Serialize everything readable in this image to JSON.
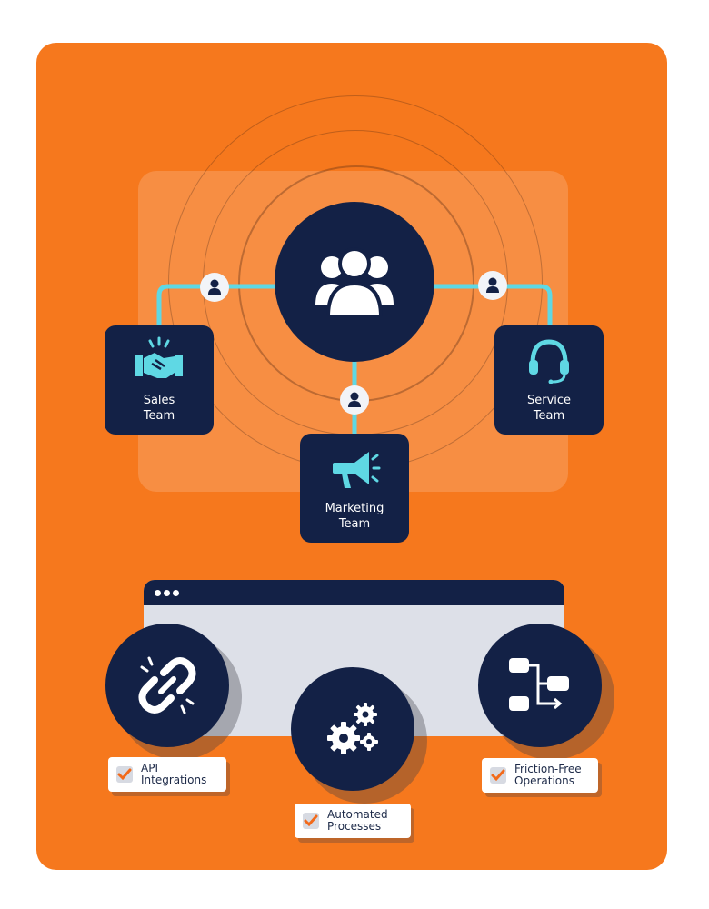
{
  "colors": {
    "background": "#f6781d",
    "navy": "#132146",
    "cyan": "#5fd8e4",
    "check_orange": "#f26a1b",
    "screen_grey": "#dde0e8"
  },
  "teams": [
    {
      "icon": "handshake-icon",
      "line1": "Sales",
      "line2": "Team"
    },
    {
      "icon": "megaphone-icon",
      "line1": "Marketing",
      "line2": "Team"
    },
    {
      "icon": "headset-icon",
      "line1": "Service",
      "line2": "Team"
    }
  ],
  "hub": {
    "icon": "group-users-icon"
  },
  "connector_icon": "user-icon",
  "features": [
    {
      "icon": "broken-link-icon",
      "line1": "API",
      "line2": "Integrations"
    },
    {
      "icon": "gears-icon",
      "line1": "Automated",
      "line2": "Processes"
    },
    {
      "icon": "workflow-icon",
      "line1": "Friction-Free",
      "line2": "Operations"
    }
  ]
}
